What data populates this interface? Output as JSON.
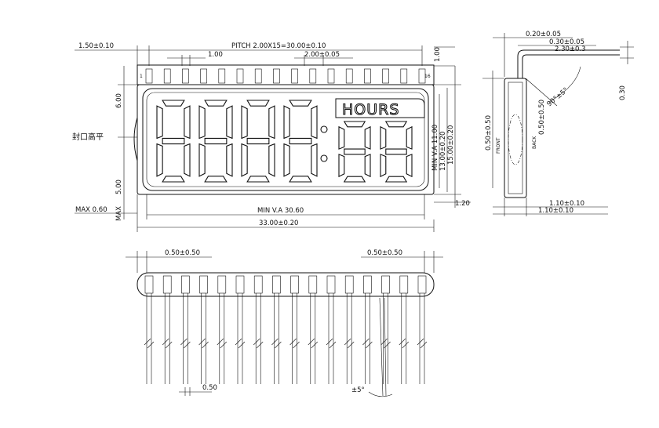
{
  "labels": {
    "pin_offset": "1.50±0.10",
    "pitch": "PITCH 2.00X15=30.00±0.10",
    "pin_width_top": "1.00",
    "pin_pitch": "2.00±0.05",
    "height_top": "1.00",
    "pin_1": "1",
    "pin_16": "16",
    "seal_note": "封口高平",
    "dim_600": "6.00",
    "dim_500": "5.00",
    "max_060": "MAX 0.60",
    "max_side": "MAX",
    "min_va_1100": "MIN V.A 11.00",
    "height_1300": "13.00±0.20",
    "height_1500": "15.00±0.20",
    "dim_120": "1.20",
    "min_va_3060": "MIN V.A 30.60",
    "width_3300": "33.00±0.20",
    "hours": "HOURS",
    "side_020": "0.20±0.05",
    "side_030_a": "0.30±0.05",
    "side_230": "2.30±0.3",
    "side_030_b": "0.30",
    "side_050_a": "0.50±0.50",
    "side_050_b": "0.50±0.50",
    "angle_90": "90°±5°",
    "front": "FRONT",
    "back": "BACK",
    "side_110_a": "1.10±0.10",
    "side_110_b": "1.10±0.10",
    "bottom_050_left": "0.50±0.50",
    "bottom_050_right": "0.50±0.50",
    "lead_width": "0.50",
    "lead_angle": "±5°"
  },
  "display": {
    "digits": [
      "8",
      "8",
      "8",
      "8"
    ],
    "small_digits": [
      "8",
      "8"
    ],
    "colon": ":"
  }
}
